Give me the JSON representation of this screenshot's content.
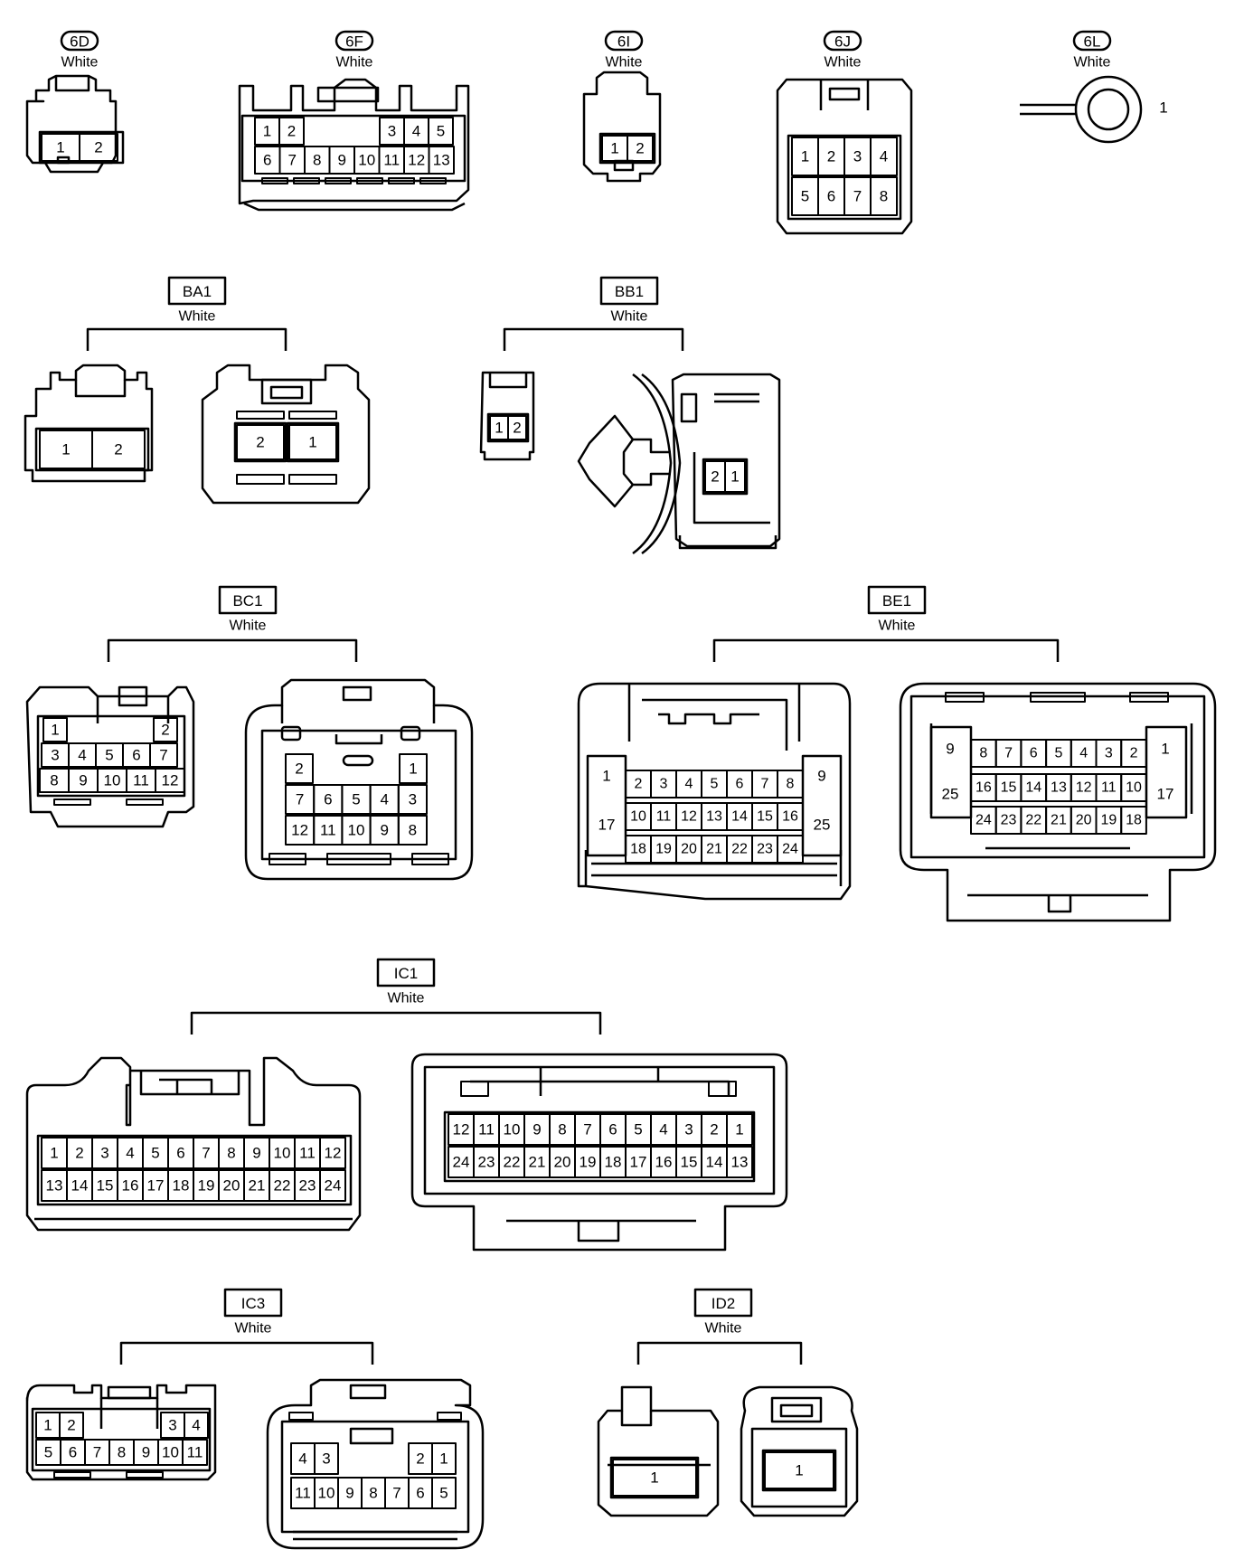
{
  "connectors": [
    {
      "id": "6D",
      "color": "White",
      "sides": [
        {
          "pins": [
            "1",
            "2"
          ]
        }
      ]
    },
    {
      "id": "6F",
      "color": "White",
      "sides": [
        {
          "pins": [
            "1",
            "2",
            "3",
            "4",
            "5",
            "6",
            "7",
            "8",
            "9",
            "10",
            "11",
            "12",
            "13"
          ]
        }
      ]
    },
    {
      "id": "6I",
      "color": "White",
      "sides": [
        {
          "pins": [
            "1",
            "2"
          ]
        }
      ]
    },
    {
      "id": "6J",
      "color": "White",
      "sides": [
        {
          "pins": [
            "1",
            "2",
            "3",
            "4",
            "5",
            "6",
            "7",
            "8"
          ]
        }
      ]
    },
    {
      "id": "6L",
      "color": "White",
      "sides": [
        {
          "pins": [
            "1"
          ]
        }
      ]
    },
    {
      "id": "BA1",
      "color": "White",
      "sides": [
        {
          "pins": [
            "1",
            "2"
          ]
        },
        {
          "pins": [
            "2",
            "1"
          ]
        }
      ]
    },
    {
      "id": "BB1",
      "color": "White",
      "sides": [
        {
          "pins": [
            "1",
            "2"
          ]
        },
        {
          "pins": [
            "2",
            "1"
          ]
        }
      ]
    },
    {
      "id": "BC1",
      "color": "White",
      "sides": [
        {
          "pins": [
            "1",
            "2",
            "3",
            "4",
            "5",
            "6",
            "7",
            "8",
            "9",
            "10",
            "11",
            "12"
          ]
        },
        {
          "pins": [
            "2",
            "1",
            "7",
            "6",
            "5",
            "4",
            "3",
            "12",
            "11",
            "10",
            "9",
            "8"
          ]
        }
      ]
    },
    {
      "id": "BE1",
      "color": "White",
      "sides": [
        {
          "pins": [
            "1",
            "2",
            "3",
            "4",
            "5",
            "6",
            "7",
            "8",
            "9",
            "17",
            "10",
            "11",
            "12",
            "13",
            "14",
            "15",
            "16",
            "25",
            "18",
            "19",
            "20",
            "21",
            "22",
            "23",
            "24"
          ]
        },
        {
          "pins": [
            "9",
            "8",
            "7",
            "6",
            "5",
            "4",
            "3",
            "2",
            "1",
            "25",
            "16",
            "15",
            "14",
            "13",
            "12",
            "11",
            "10",
            "17",
            "24",
            "23",
            "22",
            "21",
            "20",
            "19",
            "18"
          ]
        }
      ]
    },
    {
      "id": "IC1",
      "color": "White",
      "sides": [
        {
          "pins": [
            "1",
            "2",
            "3",
            "4",
            "5",
            "6",
            "7",
            "8",
            "9",
            "10",
            "11",
            "12",
            "13",
            "14",
            "15",
            "16",
            "17",
            "18",
            "19",
            "20",
            "21",
            "22",
            "23",
            "24"
          ]
        },
        {
          "pins": [
            "12",
            "11",
            "10",
            "9",
            "8",
            "7",
            "6",
            "5",
            "4",
            "3",
            "2",
            "1",
            "24",
            "23",
            "22",
            "21",
            "20",
            "19",
            "18",
            "17",
            "16",
            "15",
            "14",
            "13"
          ]
        }
      ]
    },
    {
      "id": "IC3",
      "color": "White",
      "sides": [
        {
          "pins": [
            "1",
            "2",
            "3",
            "4",
            "5",
            "6",
            "7",
            "8",
            "9",
            "10",
            "11"
          ]
        },
        {
          "pins": [
            "4",
            "3",
            "2",
            "1",
            "11",
            "10",
            "9",
            "8",
            "7",
            "6",
            "5"
          ]
        }
      ]
    },
    {
      "id": "ID2",
      "color": "White",
      "sides": [
        {
          "pins": [
            "1"
          ]
        },
        {
          "pins": [
            "1"
          ]
        }
      ]
    }
  ]
}
